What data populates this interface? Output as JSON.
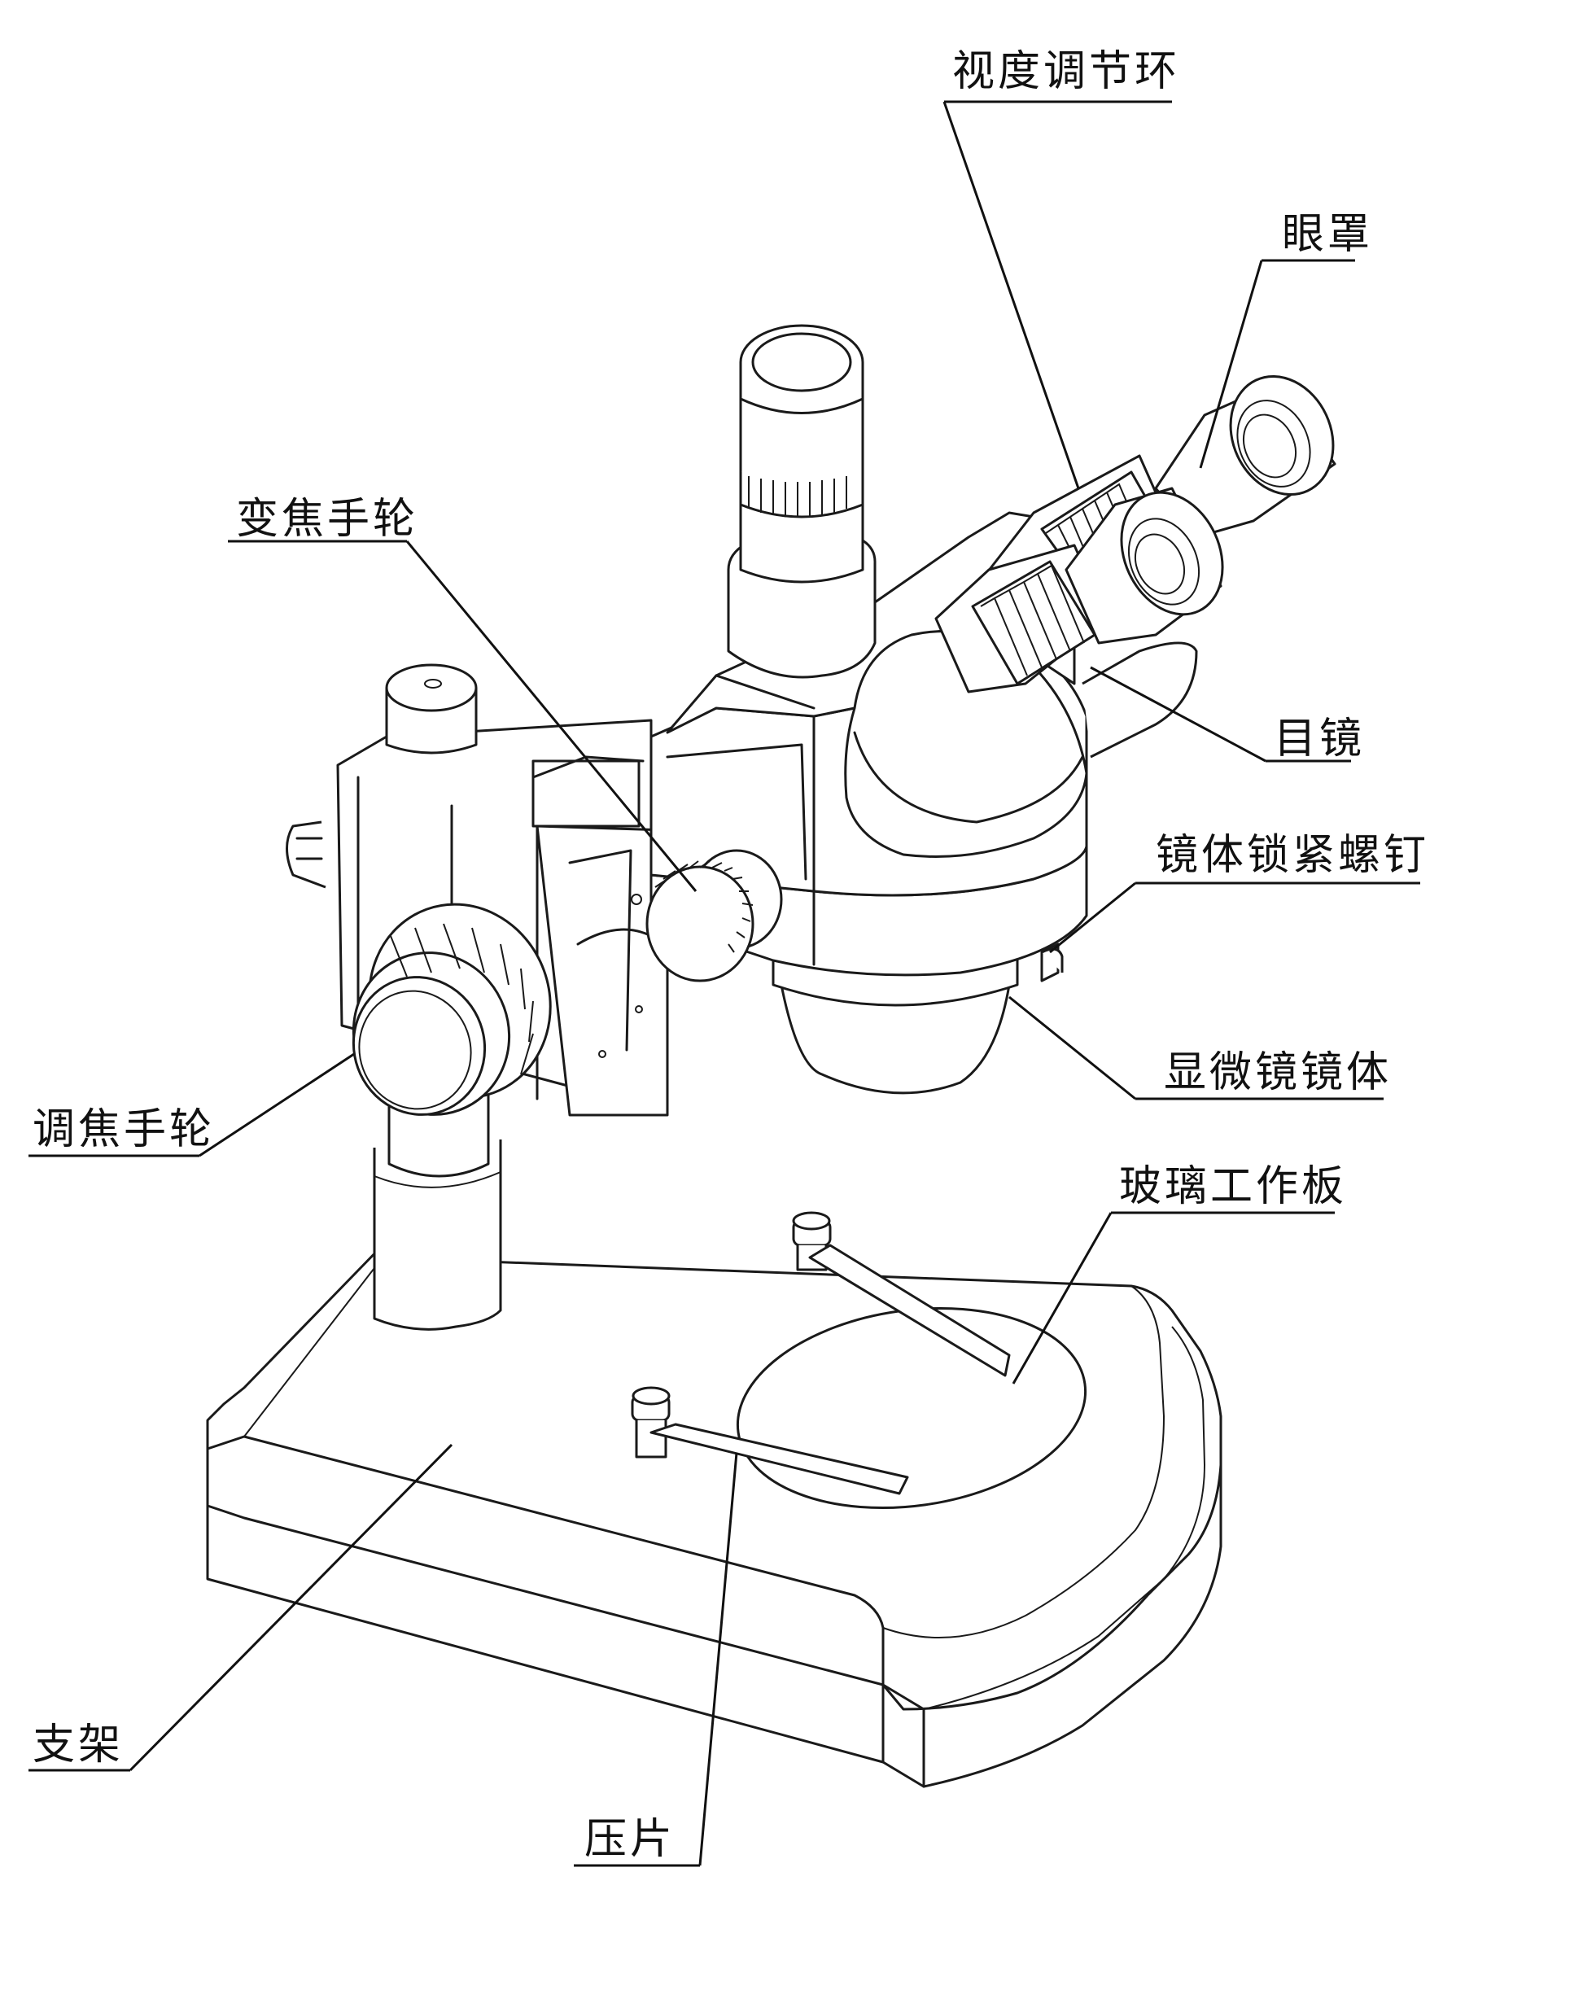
{
  "labels": {
    "eyesight_ring": "视度调节环",
    "eye_cup": "眼罩",
    "zoom_wheel": "变焦手轮",
    "eyepiece": "目镜",
    "body_lock_screw": "镜体锁紧螺钉",
    "microscope_body": "显微镜镜体",
    "focus_wheel": "调焦手轮",
    "glass_plate": "玻璃工作板",
    "stand": "支架",
    "clip": "压片"
  }
}
